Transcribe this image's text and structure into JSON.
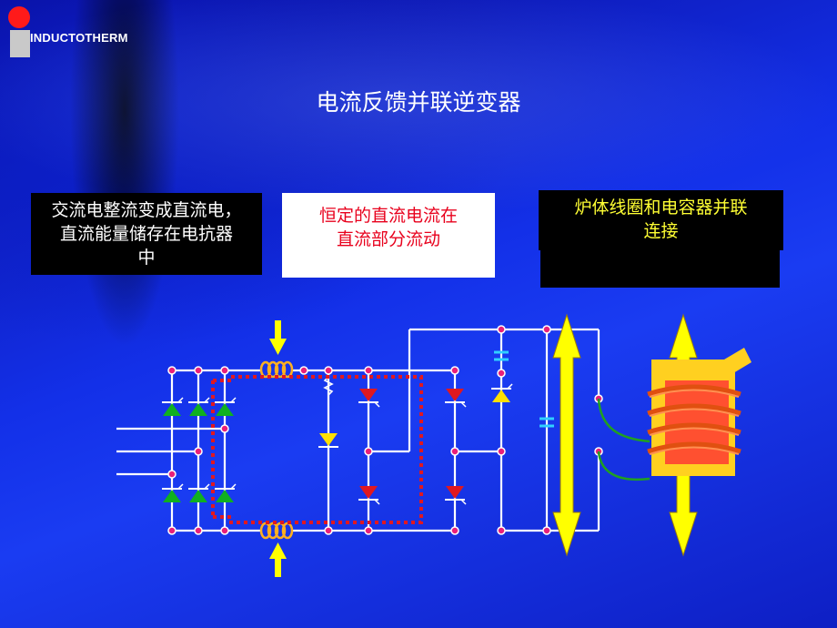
{
  "logo": {
    "text": "INDUCTOTHERM"
  },
  "title": "电流反馈并联逆变器",
  "boxes": {
    "rectifier": {
      "line1": "交流电整流变成直流电，",
      "line2": "直流能量储存在电抗器",
      "line3": "中"
    },
    "dc_current": {
      "line1": "恒定的直流电流在",
      "line2": "直流部分流动"
    },
    "parallel": {
      "line1": "炉体线圈和电容器并联",
      "line2": "连接"
    }
  },
  "colors": {
    "background": "#1330e8",
    "wire": "#ffffff",
    "node": "#e8207a",
    "diode_green": "#10b020",
    "diode_red": "#e01820",
    "diode_yellow": "#ffe000",
    "arrow": "#ffff00",
    "current_path": "#e01820",
    "capacitor": "#30d0ff",
    "inductor": "#ffb020",
    "coil_body": "#ffd020",
    "coil_core": "#ff5030",
    "lead": "#20a020"
  }
}
